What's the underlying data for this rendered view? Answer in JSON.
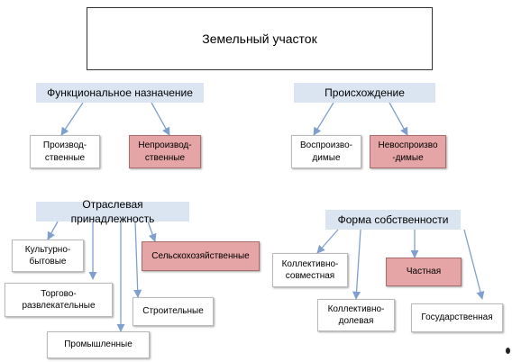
{
  "root": {
    "label": "Земельный участок"
  },
  "categories": {
    "functional": "Функциональное назначение",
    "origin": "Происхождение",
    "sector": "Отраслевая принадлежность",
    "ownership": "Форма собственности"
  },
  "leaves": {
    "productive": "Производ-\nственные",
    "nonproductive": "Непроизвод-\nственные",
    "reproducible": "Воспроизво-\nдимые",
    "nonreproducible": "Невоспроизво\n-димые",
    "cultural": "Культурно-\nбытовые",
    "trade": "Торгово-\nразвлекательные",
    "industrial": "Промышленные",
    "construction": "Строительные",
    "agricultural": "Сельскохозяйственные",
    "collective_joint": "Коллективно-\nсовместная",
    "collective_share": "Коллективно-\nдолевая",
    "private": "Частная",
    "state": "Государственная"
  },
  "colors": {
    "category_fill": "#dbe5f1",
    "highlight_fill": "#e5a4a5",
    "arrow": "#7f9fcf"
  }
}
